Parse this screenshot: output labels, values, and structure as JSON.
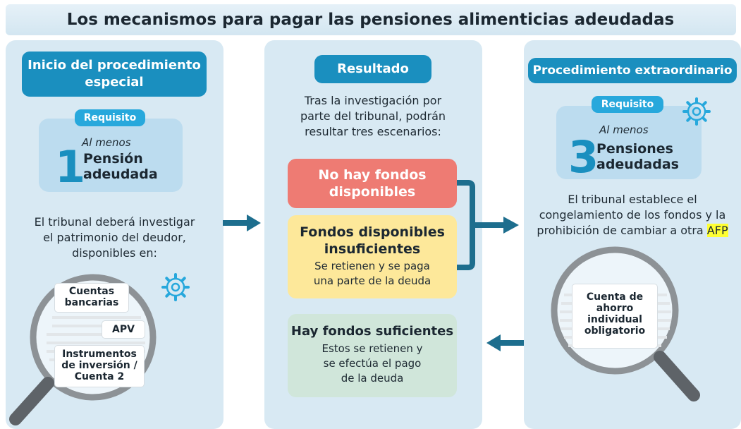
{
  "title": "Los mecanismos para pagar las pensiones alimenticias adeudadas",
  "left": {
    "header": [
      "Inicio del procedimiento",
      "especial"
    ],
    "badge": "Requisito",
    "qualifier": "Al menos",
    "number": "1",
    "req": [
      "Pensión",
      "adeudada"
    ],
    "text": [
      "El tribunal deberá investigar",
      "el patrimonio del deudor,",
      "disponibles en:"
    ],
    "items": {
      "bank": [
        "Cuentas",
        "bancarias"
      ],
      "apv": "APV",
      "inv": [
        "Instrumentos",
        "de inversión /",
        "Cuenta 2"
      ]
    }
  },
  "middle": {
    "header": "Resultado",
    "intro": [
      "Tras la investigación por",
      "parte del tribunal, podrán",
      "resultar tres escenarios:"
    ],
    "s1": [
      "No hay fondos",
      "disponibles"
    ],
    "s2": {
      "title": [
        "Fondos disponibles",
        "insuficientes"
      ],
      "desc": [
        "Se retienen y se paga",
        "una parte de la deuda"
      ]
    },
    "s3": {
      "title": "Hay fondos suficientes",
      "desc": [
        "Estos se retienen y",
        "se efectúa el pago",
        "de la deuda"
      ]
    }
  },
  "right": {
    "header": "Procedimiento extraordinario",
    "badge": "Requisito",
    "qualifier": "Al menos",
    "number": "3",
    "req": [
      "Pensiones",
      "adeudadas"
    ],
    "text": [
      "El tribunal establece el",
      "congelamiento de los fondos y la",
      "prohibición de cambiar a otra"
    ],
    "highlight": "AFP",
    "doc": [
      "Cuenta de",
      "ahorro",
      "individual",
      "obligatorio"
    ]
  },
  "colors": {
    "accent": "#1a8fbf",
    "panel": "#d8e9f3",
    "arrow": "#1d6e8e",
    "red": "#ee7b73",
    "yellow": "#fde89a",
    "green": "#d0e6da"
  }
}
